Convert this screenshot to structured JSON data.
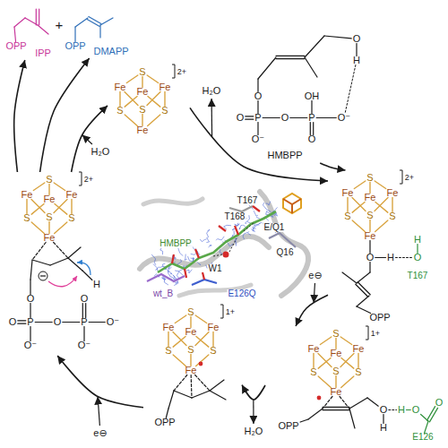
{
  "diagram": {
    "nodes": [
      {
        "text": [
          "OPP",
          "IPP"
        ]
      },
      {
        "text": [
          "OPP",
          "DMAPP"
        ]
      },
      {
        "text": [
          "S",
          "Fe",
          "Fe",
          "Fe",
          "S",
          "S",
          "S",
          "Fe",
          "2+"
        ]
      },
      {
        "text": [
          "O",
          "H",
          "O",
          "P",
          "O",
          "O⁻",
          "O",
          "P",
          "OH",
          "O",
          "O⁻",
          "HMBPP"
        ]
      },
      {
        "text": [
          "S",
          "Fe",
          "Fe",
          "Fe",
          "S",
          "S",
          "S",
          "Fe",
          "2+",
          "O",
          "H",
          "O",
          "H",
          "T167",
          "OPP"
        ]
      },
      {
        "text": [
          "S",
          "Fe",
          "Fe",
          "Fe",
          "S",
          "S",
          "S",
          "Fe",
          "1+",
          "OPP",
          "O",
          "H",
          "H",
          "O",
          "O",
          "E126"
        ]
      },
      {
        "text": [
          "S",
          "Fe",
          "Fe",
          "Fe",
          "S",
          "S",
          "S",
          "Fe",
          "1+",
          "OPP"
        ]
      },
      {
        "text": [
          "S",
          "Fe",
          "Fe",
          "Fe",
          "S",
          "S",
          "S",
          "Fe",
          "2+",
          "H",
          "O",
          "O",
          "P",
          "O⁻",
          "O",
          "P",
          "O",
          "O⁻",
          "O⁻"
        ]
      }
    ],
    "edges": [
      {
        "from": 2,
        "to": 4,
        "arrow": "to"
      },
      {
        "from": 3,
        "to": 4,
        "arrow": "to"
      },
      {
        "from": 4,
        "to": 5,
        "arrow": "to"
      },
      {
        "from": 5,
        "to": 6,
        "arrow": "to"
      },
      {
        "from": 6,
        "to": 7,
        "arrow": "to"
      },
      {
        "from": 7,
        "to": 2,
        "arrow": "to"
      },
      {
        "from": 7,
        "to": 0,
        "arrow": "to"
      },
      {
        "from": 7,
        "to": 1,
        "arrow": "to"
      }
    ],
    "labels": [
      "+",
      "H₂O",
      "H₂O",
      "e⊖",
      "H₂O",
      "e⊖",
      "T167",
      "T168",
      "E/Q1",
      "Q16",
      "HMBPP",
      "W1",
      "wt_B",
      "E126Q"
    ]
  }
}
